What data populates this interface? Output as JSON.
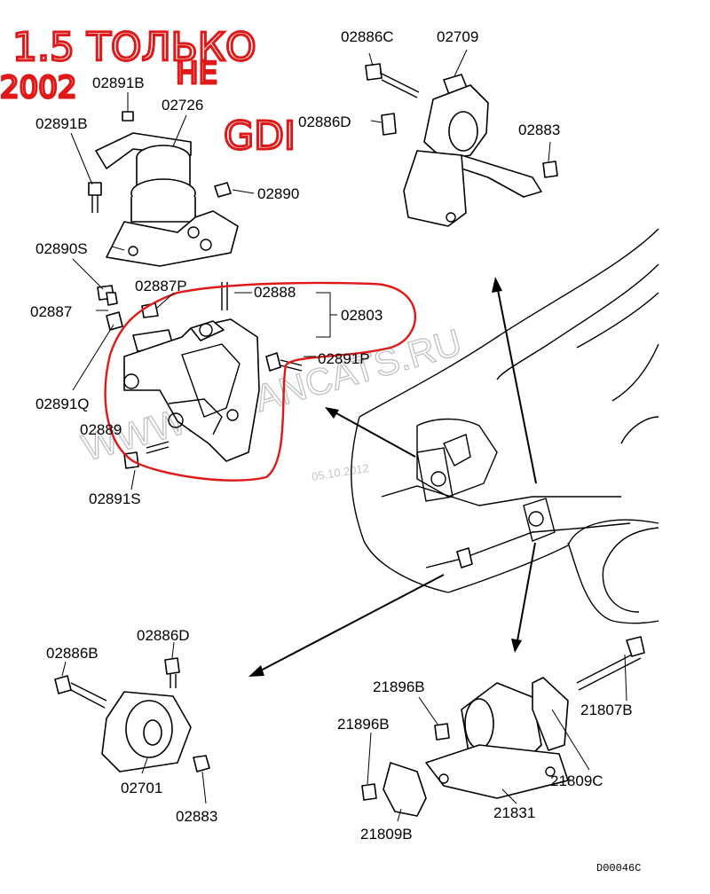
{
  "annotations": {
    "line1": "1.5 ТОЛЬКО",
    "year": "2002",
    "not": "НЕ",
    "gdi": "GDI"
  },
  "watermark": "WWW.JAPANCATS.RU",
  "date_stamp": "05.10.2012",
  "diagram_code": "D00046C",
  "labels": {
    "p02891b_top": "02891B",
    "p02726": "02726",
    "p02891b_left": "02891B",
    "p02890": "02890",
    "p02890s": "02890S",
    "p02887p": "02887P",
    "p02888": "02888",
    "p02803": "02803",
    "p02887": "02887",
    "p02891p": "02891P",
    "p02891q": "02891Q",
    "p02889": "02889",
    "p02891s": "02891S",
    "p02886c": "02886C",
    "p02709": "02709",
    "p02886d_top": "02886D",
    "p02883_top": "02883",
    "p02886b": "02886B",
    "p02886d_bot": "02886D",
    "p02701": "02701",
    "p02883_bot": "02883",
    "p21896b_top": "21896B",
    "p21896b_mid": "21896B",
    "p21807b": "21807B",
    "p21809c": "21809C",
    "p21831": "21831",
    "p21809b": "21809B"
  }
}
